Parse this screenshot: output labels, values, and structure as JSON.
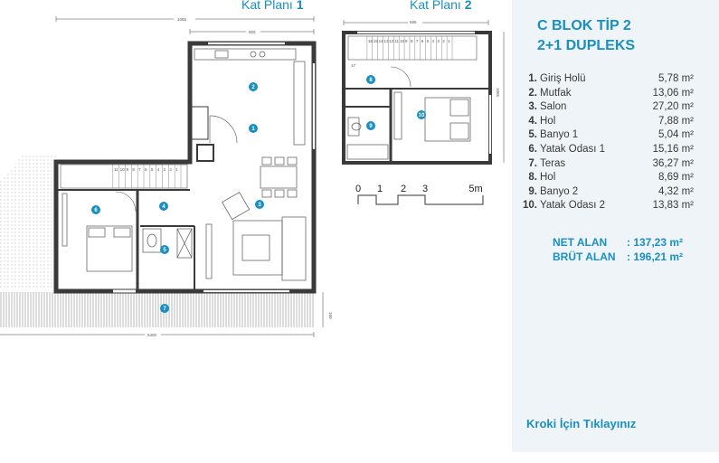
{
  "plans": {
    "plan1_title": "Kat Planı",
    "plan1_num": "1",
    "plan2_title": "Kat Planı",
    "plan2_num": "2",
    "dims": {
      "plan1_width_total": "1065",
      "plan1_width_upper": "900",
      "plan1_bottom": "5400",
      "plan1_terrace_depth": "150",
      "plan2_width": "585",
      "plan2_height": "1065"
    },
    "stair_steps_1": [
      "11",
      "10",
      "9",
      "8",
      "7",
      "6",
      "5",
      "4",
      "3",
      "2",
      "1"
    ],
    "stair_steps_2": [
      "16",
      "15",
      "14",
      "13",
      "12",
      "11",
      "10",
      "9",
      "8",
      "7",
      "6",
      "5",
      "4",
      "3",
      "2",
      "1"
    ],
    "stair_17": "17",
    "bubbles_plan1": [
      "1",
      "2",
      "3",
      "4",
      "5",
      "6",
      "7"
    ],
    "bubbles_plan2": [
      "8",
      "9",
      "10"
    ],
    "scale": {
      "labels": [
        "0",
        "1",
        "2",
        "3",
        "5m"
      ]
    },
    "colors": {
      "accent": "#1a8fc0",
      "wall": "#3a3a3a",
      "panel_bg": "#eef4f8"
    }
  },
  "panel": {
    "title_line1": "C BLOK TİP 2",
    "title_line2": "2+1 DUPLEKS",
    "rooms": [
      {
        "num": "1.",
        "name": "Giriş Holü",
        "area": "5,78 m²"
      },
      {
        "num": "2.",
        "name": "Mutfak",
        "area": "13,06 m²"
      },
      {
        "num": "3.",
        "name": "Salon",
        "area": "27,20 m²"
      },
      {
        "num": "4.",
        "name": "Hol",
        "area": "7,88 m²"
      },
      {
        "num": "5.",
        "name": "Banyo 1",
        "area": "5,04 m²"
      },
      {
        "num": "6.",
        "name": "Yatak Odası 1",
        "area": "15,16 m²"
      },
      {
        "num": "7.",
        "name": "Teras",
        "area": "36,27 m²"
      },
      {
        "num": "8.",
        "name": "Hol",
        "area": "8,69 m²"
      },
      {
        "num": "9.",
        "name": "Banyo 2",
        "area": "4,32 m²"
      },
      {
        "num": "10.",
        "name": "Yatak Odası 2",
        "area": "13,83 m²"
      }
    ],
    "net_label": "NET ALAN",
    "net_value": ": 137,23 m²",
    "gross_label": "BRÜT ALAN",
    "gross_value": ": 196,21 m²",
    "link_text": "Kroki İçin Tıklayınız"
  }
}
